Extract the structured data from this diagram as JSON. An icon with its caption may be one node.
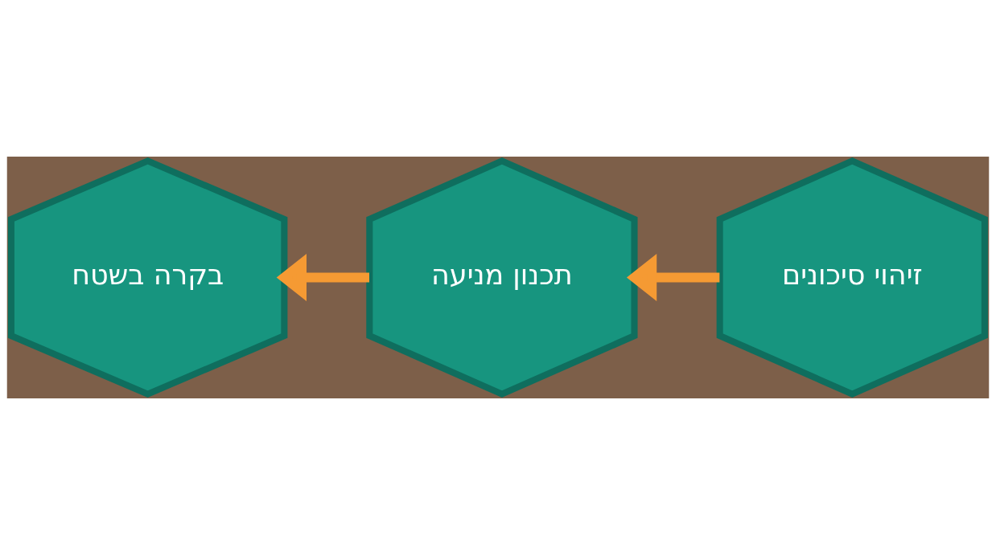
{
  "diagram": {
    "nodes": [
      {
        "text": [
          "זיהוי סיכונים"
        ]
      },
      {
        "text": [
          "תכנון מניעה"
        ]
      },
      {
        "text": [
          "בקרה בשטח"
        ]
      }
    ],
    "edges": [
      {
        "from": 0,
        "to": 1,
        "arrow": "to"
      },
      {
        "from": 1,
        "to": 2,
        "arrow": "to"
      }
    ]
  }
}
